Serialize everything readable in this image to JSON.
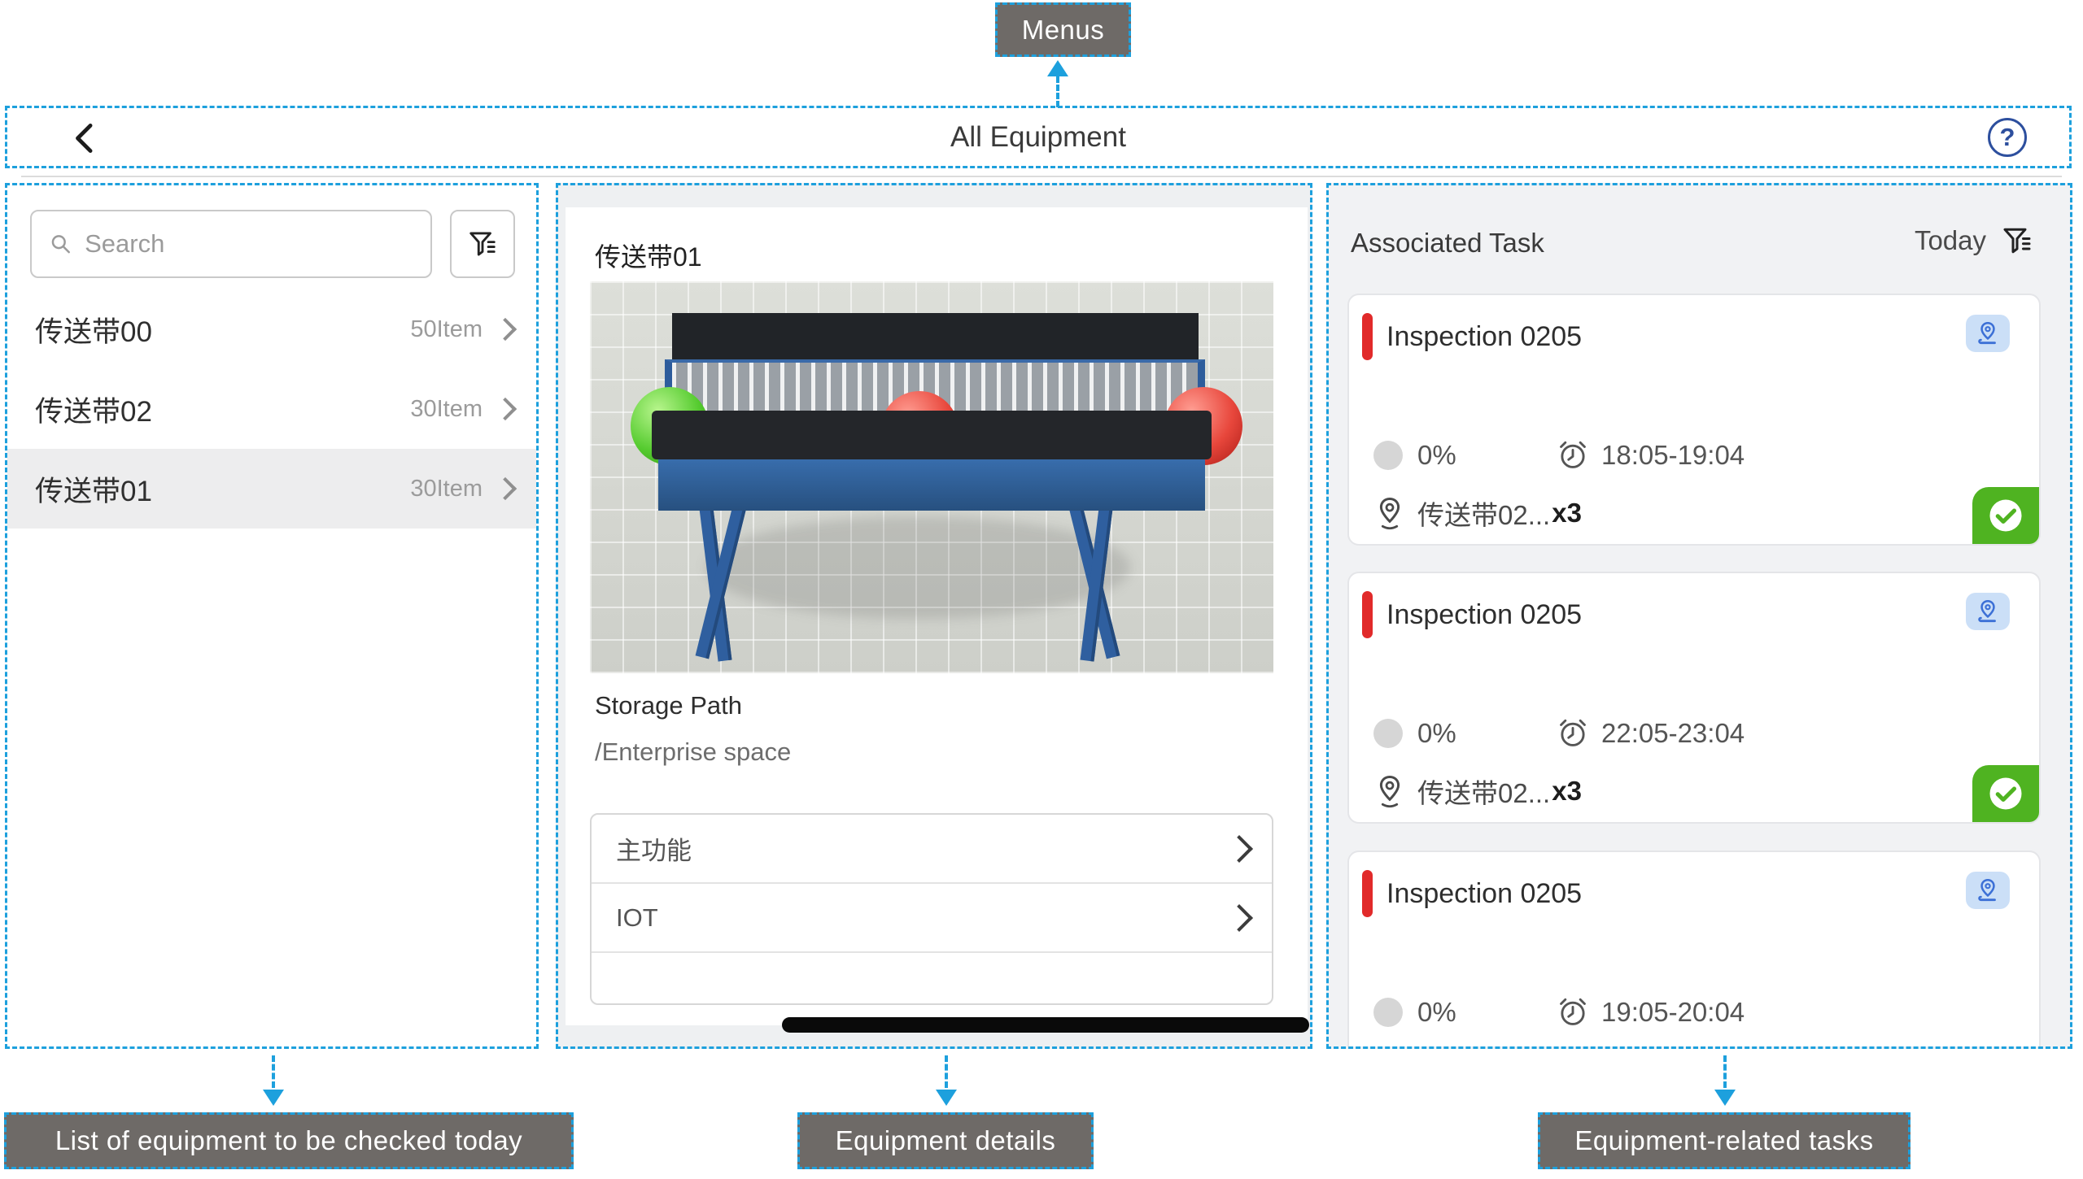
{
  "annotations": {
    "menus": "Menus",
    "equipment_list": "List of equipment to be checked today",
    "equipment_details": "Equipment details",
    "equipment_tasks": "Equipment-related tasks"
  },
  "header": {
    "title": "All Equipment",
    "help_glyph": "?"
  },
  "sidebar": {
    "search_placeholder": "Search",
    "items": [
      {
        "name": "传送带00",
        "count": "50Item"
      },
      {
        "name": "传送带02",
        "count": "30Item"
      },
      {
        "name": "传送带01",
        "count": "30Item",
        "selected": true
      }
    ]
  },
  "details": {
    "title": "传送带01",
    "storage_path_label": "Storage Path",
    "storage_path_value": "/Enterprise space",
    "menu_items": [
      {
        "label": "主功能"
      },
      {
        "label": "IOT"
      }
    ]
  },
  "tasks": {
    "title": "Associated Task",
    "filter_label": "Today",
    "cards": [
      {
        "title": "Inspection 0205",
        "progress": "0%",
        "time": "18:05-19:04",
        "location": "传送带02...",
        "location_count": "x3",
        "completed": true
      },
      {
        "title": "Inspection 0205",
        "progress": "0%",
        "time": "22:05-23:04",
        "location": "传送带02...",
        "location_count": "x3",
        "completed": true
      },
      {
        "title": "Inspection 0205",
        "progress": "0%",
        "time": "19:05-20:04"
      }
    ]
  },
  "icons": {
    "search": "magnifier",
    "filter": "funnel-with-lines",
    "back": "chevron-left",
    "help": "question-circle",
    "row_chevron": "chevron-right",
    "task_corner": "nav-location-pin",
    "clock": "alarm-clock",
    "location": "map-pin",
    "done": "check-circle"
  },
  "colors": {
    "annotation_dash": "#1da0dd",
    "annotation_bg": "#6e6a67",
    "priority_red": "#e12a2a",
    "done_green": "#4fb321",
    "nav_badge_bg": "#cbdff7",
    "nav_badge_icon": "#3c70d6",
    "help_blue": "#2d4f9e",
    "selected_row_bg": "#ededee"
  }
}
